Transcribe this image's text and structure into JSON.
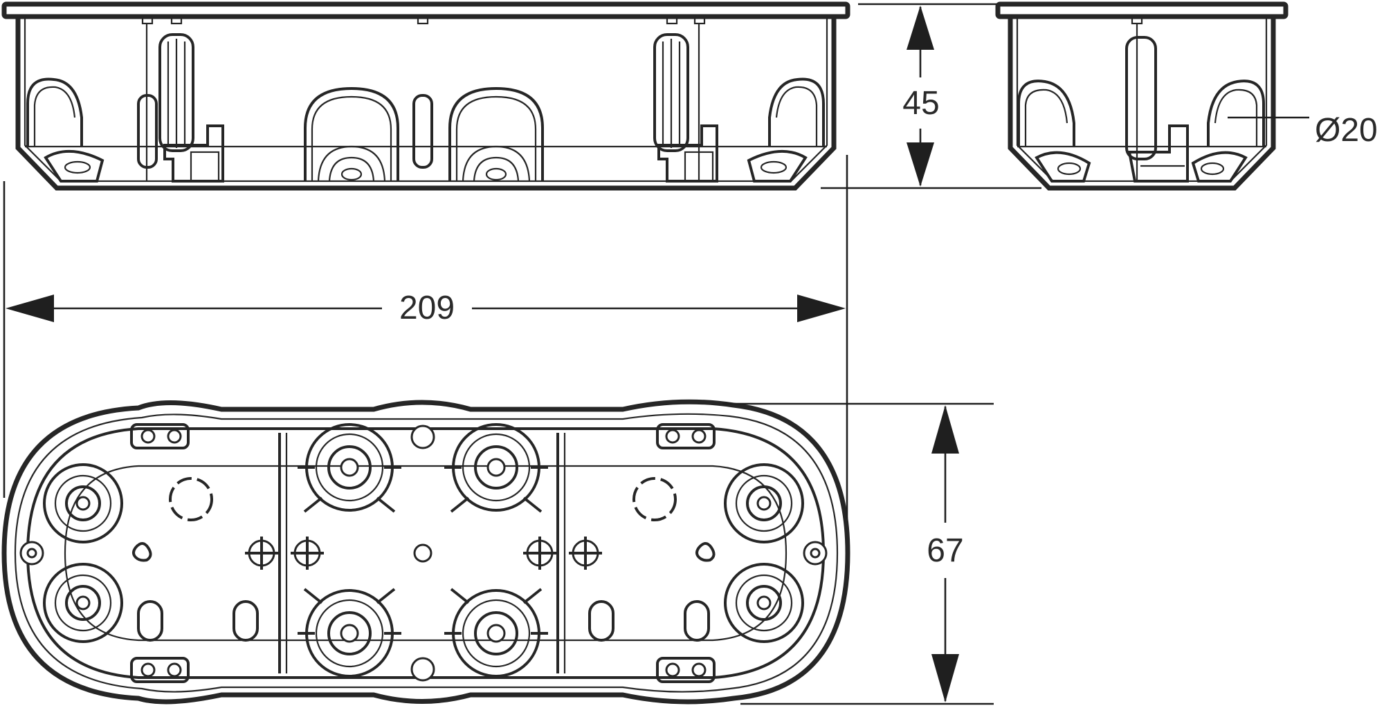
{
  "dimensions": {
    "width": "209",
    "height": "45",
    "depth": "67",
    "diameter": "Ø20"
  },
  "colors": {
    "line": "#262626",
    "background": "#ffffff"
  }
}
